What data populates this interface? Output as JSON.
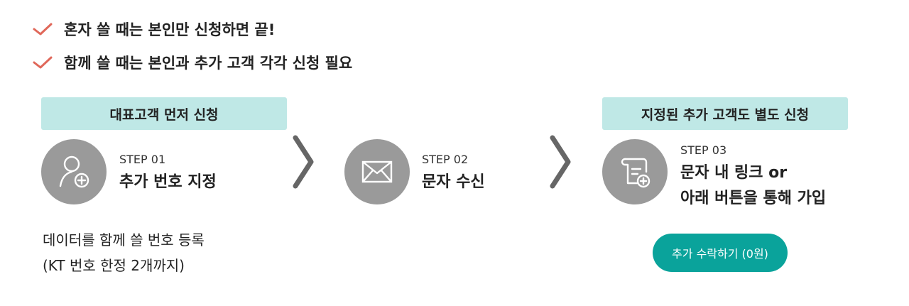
{
  "checklist": [
    {
      "text": "혼자 쓸 때는 본인만 신청하면 끝!"
    },
    {
      "text": "함께 쓸 때는 본인과 추가 고객 각각 신청 필요"
    }
  ],
  "bands": {
    "left": "대표고객 먼저 신청",
    "right": "지정된 추가 고객도 별도 신청"
  },
  "steps": [
    {
      "label": "STEP 01",
      "title_lines": [
        "추가 번호 지정"
      ],
      "icon": "user-add-icon"
    },
    {
      "label": "STEP 02",
      "title_lines": [
        "문자 수신"
      ],
      "icon": "envelope-icon"
    },
    {
      "label": "STEP 03",
      "title_lines": [
        "문자 내 링크 or",
        "아래 버튼을 통해 가입"
      ],
      "icon": "document-add-icon"
    }
  ],
  "description_lines": [
    "데이터를 함께 쓸 번호 등록",
    "(KT 번호 한정 2개까지)"
  ],
  "cta_label": "추가 수락하기 (0원)",
  "colors": {
    "check": "#e0685a",
    "band": "#bfe8e6",
    "icon_circle": "#9a9a9a",
    "chevron": "#666666",
    "cta": "#0aa39b"
  }
}
